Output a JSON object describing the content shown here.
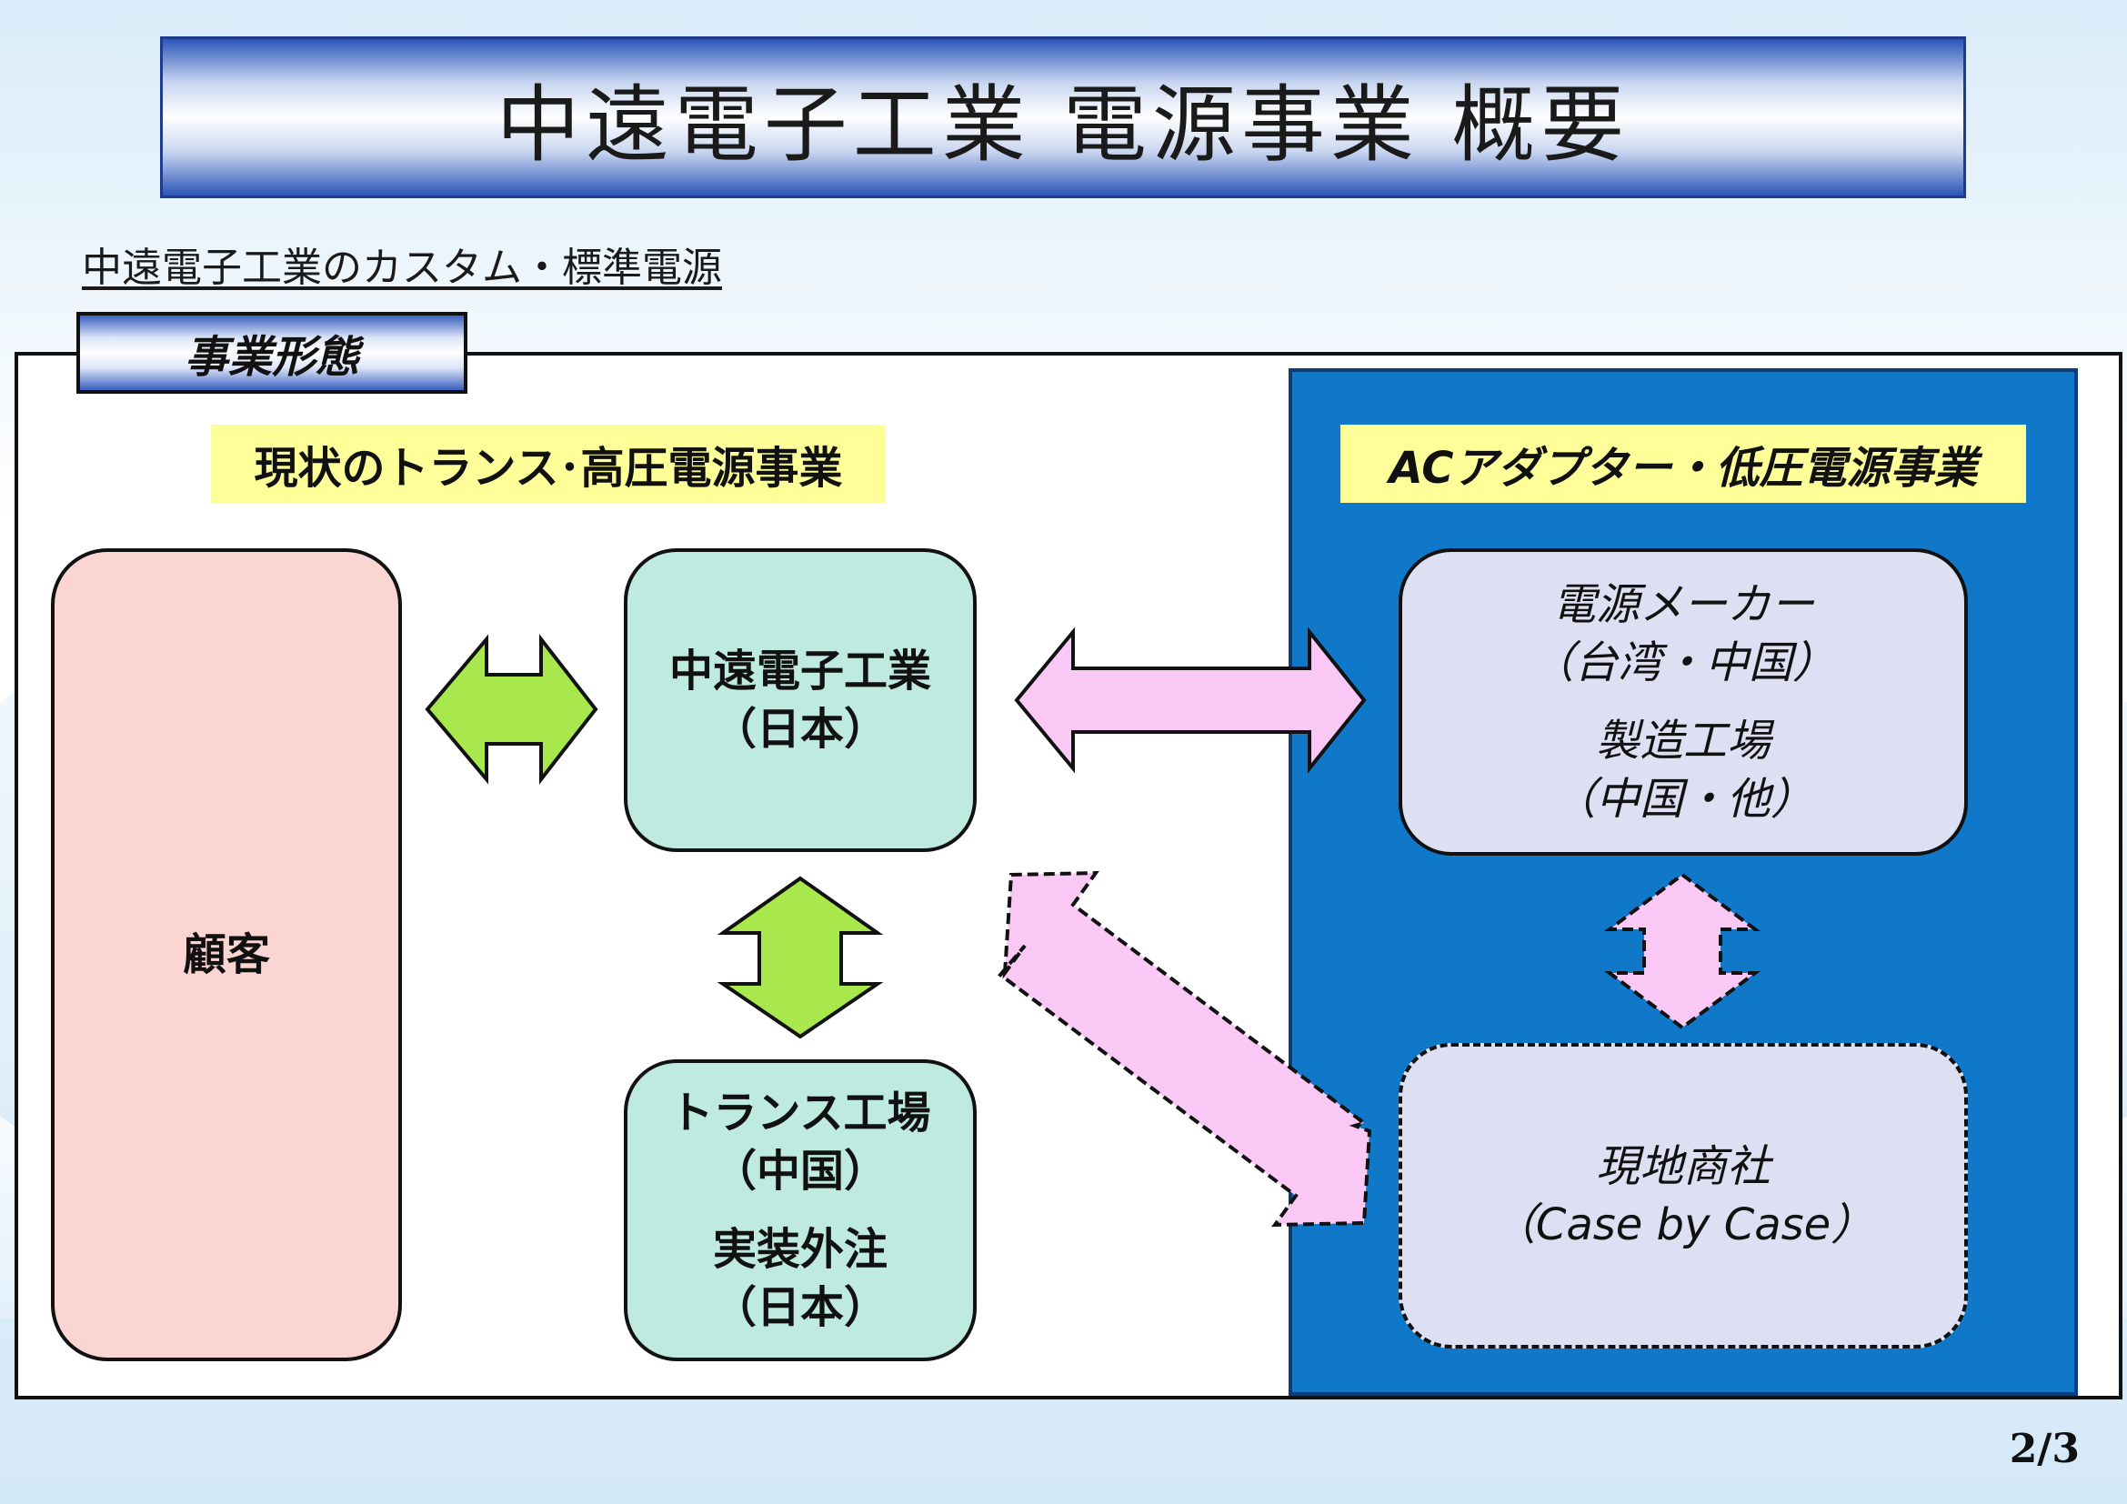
{
  "title": "中遠電子工業 電源事業 概要",
  "subtitle": "中遠電子工業のカスタム・標準電源",
  "tag": "事業形態",
  "sections": {
    "left_label": "現状のトランス･高圧電源事業",
    "right_label": "ACアダプター・低圧電源事業"
  },
  "nodes": {
    "customer": "顧客",
    "chuo_line1": "中遠電子工業",
    "chuo_line2": "（日本）",
    "trans_line1": "トランス工場",
    "trans_line2": "（中国）",
    "trans_line3": "実装外注",
    "trans_line4": "（日本）",
    "maker_line1": "電源メーカー",
    "maker_line2": "（台湾・中国）",
    "maker_line3": "製造工場",
    "maker_line4": "（中国・他）",
    "trader_line1": "現地商社",
    "trader_line2": "（Case by Case）"
  },
  "colors": {
    "title_border": "#1f3c8c",
    "blue_panel": "#0f78c9",
    "label_yellow": "#ffff99",
    "customer_fill": "#fad5d1",
    "green_node_fill": "#bfeae0",
    "lavender_node_fill": "#dde0f2",
    "green_arrow": "#a8e84c",
    "pink_arrow": "#f9c8f5"
  },
  "page_number": "2/3"
}
